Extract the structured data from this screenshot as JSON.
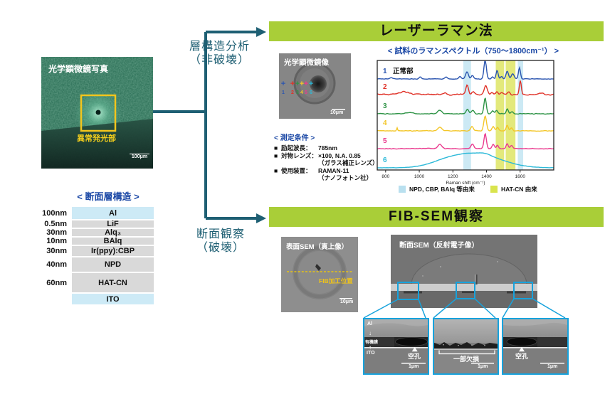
{
  "left": {
    "photo_title": "光学顕微鏡写真",
    "photo_annotation": "異常発光部",
    "photo_scale": "100μm",
    "table_title": "< 断面層構造 >",
    "layers": [
      {
        "thickness": "100nm",
        "name": "Al",
        "type": "electrode",
        "h": 17
      },
      {
        "thickness": "0.5nm",
        "name": "LiF",
        "type": "organic",
        "h": 10
      },
      {
        "thickness": "30nm",
        "name": "Alq₃",
        "type": "organic",
        "h": 10
      },
      {
        "thickness": "10nm",
        "name": "BAlq",
        "type": "organic",
        "h": 10
      },
      {
        "thickness": "30nm",
        "name": "Ir(ppy):CBP",
        "type": "organic",
        "h": 14
      },
      {
        "thickness": "40nm",
        "name": "NPD",
        "type": "organic",
        "h": 20
      },
      {
        "thickness": "60nm",
        "name": "HAT-CN",
        "type": "organic",
        "h": 27
      },
      {
        "thickness": "",
        "name": "ITO",
        "type": "electrode",
        "h": 15
      }
    ]
  },
  "arrows": {
    "top_line1": "層構造分析",
    "top_line2": "（非破壊）",
    "bottom_line1": "断面観察",
    "bottom_line2": "（破壊）",
    "color": "#1e5f73"
  },
  "raman": {
    "header": "レーザーラマン法",
    "micro_title": "光学顕微鏡像",
    "micro_scale": "10μm",
    "micro_points": [
      {
        "n": "1",
        "color": "#2b55b0",
        "x": 6
      },
      {
        "n": "2",
        "color": "#e03127",
        "x": 19
      },
      {
        "n": "3",
        "color": "#2e9346",
        "x": 26
      },
      {
        "n": "4",
        "color": "#f3c628",
        "x": 32
      },
      {
        "n": "5",
        "color": "#ea3a8e",
        "x": 38
      },
      {
        "n": "6",
        "color": "#2cb9d8",
        "x": 45
      }
    ],
    "conditions_title": "< 測定条件 >",
    "conditions": [
      {
        "bullet": "■",
        "label": "励起波長",
        "sep": "：",
        "value": "785nm",
        "note": ""
      },
      {
        "bullet": "■",
        "label": "対物レンズ",
        "sep": "：",
        "value": "×100, N.A. 0.85",
        "note": "（ガラス補正レンズ）"
      },
      {
        "bullet": "■",
        "label": "使用装置",
        "sep": "：",
        "value": "RAMAN-11",
        "note": "（ナノフォトン社）"
      }
    ],
    "chart_title": "< 試料のラマンスペクトル（750～1800cm⁻¹） >",
    "legend": [
      {
        "color": "#b9e0ef",
        "label": "NPD, CBP, BAlq 等由来"
      },
      {
        "color": "#d9e44d",
        "label": "HAT-CN 由来"
      }
    ]
  },
  "chart_data": {
    "type": "line",
    "title": "試料のラマンスペクトル（750～1800cm⁻¹）",
    "xlabel": "Raman shift (cm⁻¹)",
    "xlim": [
      750,
      1800
    ],
    "xticks": [
      800,
      1000,
      1200,
      1400,
      1600
    ],
    "grid": false,
    "legend_position": "bottom",
    "bands": [
      {
        "from": 1262,
        "to": 1308,
        "color": "#bfe3f1",
        "label": "NPD, CBP, BAlq 等由来"
      },
      {
        "from": 1455,
        "to": 1505,
        "color": "#dce45a",
        "label": "HAT-CN 由来"
      },
      {
        "from": 1514,
        "to": 1572,
        "color": "#dce45a",
        "label": "HAT-CN 由来"
      },
      {
        "from": 1586,
        "to": 1618,
        "color": "#bfe3f1",
        "label": "NPD, CBP, BAlq 等由来"
      }
    ],
    "series": [
      {
        "num": "1",
        "name": "正常部",
        "color": "#2b55b0",
        "baseline": 28,
        "noise": 0.7,
        "peaks": [
          [
            833,
            2,
            8
          ],
          [
            1005,
            3,
            6
          ],
          [
            1160,
            2.5,
            8
          ],
          [
            1242,
            3,
            7
          ],
          [
            1284,
            10,
            8
          ],
          [
            1316,
            5,
            7
          ],
          [
            1392,
            27,
            7
          ],
          [
            1435,
            3,
            6
          ],
          [
            1463,
            12,
            6
          ],
          [
            1490,
            3,
            6
          ],
          [
            1523,
            11,
            7
          ],
          [
            1556,
            7,
            9
          ],
          [
            1596,
            16,
            6
          ]
        ]
      },
      {
        "num": "2",
        "name": "",
        "color": "#e03127",
        "baseline": 50,
        "noise": 1.2,
        "peaks": [
          [
            905,
            4,
            30
          ],
          [
            1150,
            2,
            12
          ],
          [
            1285,
            14,
            8
          ],
          [
            1320,
            4,
            8
          ],
          [
            1396,
            12,
            9
          ],
          [
            1432,
            3,
            7
          ],
          [
            1462,
            4,
            7
          ],
          [
            1492,
            3.5,
            7
          ],
          [
            1532,
            3.5,
            8
          ],
          [
            1601,
            20,
            6
          ],
          [
            1720,
            2,
            15
          ]
        ]
      },
      {
        "num": "3",
        "name": "",
        "color": "#2e9346",
        "baseline": 77,
        "noise": 0.7,
        "peaks": [
          [
            940,
            2,
            20
          ],
          [
            1122,
            5,
            12
          ],
          [
            1287,
            6,
            8
          ],
          [
            1318,
            5,
            8
          ],
          [
            1392,
            22,
            7
          ],
          [
            1437,
            4,
            7
          ],
          [
            1460,
            5,
            6
          ],
          [
            1524,
            7,
            6
          ],
          [
            1552,
            3,
            8
          ]
        ]
      },
      {
        "num": "4",
        "name": "",
        "color": "#f3c628",
        "baseline": 101,
        "noise": 0.7,
        "peaks": [
          [
            868,
            5,
            3
          ],
          [
            1122,
            5,
            12
          ],
          [
            1314,
            6,
            8
          ],
          [
            1392,
            21,
            8
          ],
          [
            1440,
            6,
            7
          ],
          [
            1466,
            5,
            6
          ],
          [
            1523,
            8,
            6
          ],
          [
            1548,
            4,
            7
          ]
        ]
      },
      {
        "num": "5",
        "name": "",
        "color": "#ea3a8e",
        "baseline": 126,
        "noise": 0.8,
        "peaks": [
          [
            1122,
            6,
            12
          ],
          [
            1316,
            7,
            8
          ],
          [
            1392,
            21,
            7
          ],
          [
            1440,
            6,
            7
          ],
          [
            1465,
            5,
            6
          ],
          [
            1523,
            7,
            6
          ],
          [
            1549,
            4,
            7
          ]
        ]
      },
      {
        "num": "6",
        "name": "",
        "color": "#2cb9d8",
        "baseline": 153,
        "noise": 0.25,
        "peaks": [
          [
            1150,
            4,
            90
          ],
          [
            1330,
            20,
            150
          ],
          [
            1390,
            2,
            30
          ]
        ]
      }
    ]
  },
  "fib": {
    "header": "FIB-SEM観察",
    "surface_title": "表面SEM（真上像）",
    "surface_label": "FIB加工位置",
    "surface_scale": "10μm",
    "cross_title": "断面SEM（反射電子像）",
    "insets": [
      {
        "caption": "空孔",
        "scale": "1μm",
        "layer_top": "Al",
        "layer_mid": "有機膜",
        "layer_bottom": "ITO"
      },
      {
        "caption": "一部欠損",
        "scale": "1μm"
      },
      {
        "caption": "空孔",
        "scale": "1μm"
      }
    ]
  }
}
